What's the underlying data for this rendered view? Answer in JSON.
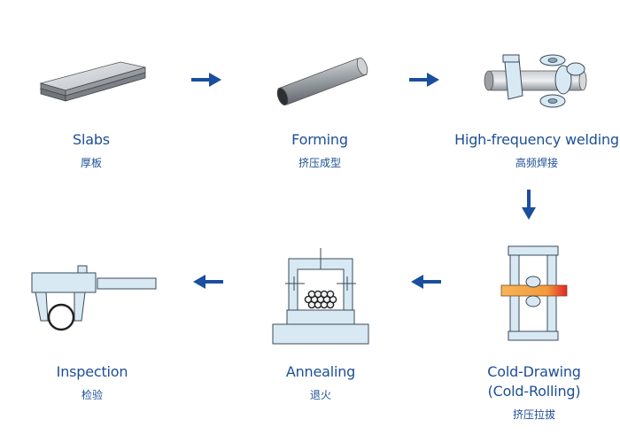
{
  "steps": [
    {
      "en": "Slabs",
      "zh": "厚板"
    },
    {
      "en": "Forming",
      "zh": "挤压成型"
    },
    {
      "en": "High-frequency welding",
      "zh": "高频焊接"
    },
    {
      "en": "Cold-Drawing",
      "en2": "(Cold-Rolling)",
      "zh": "挤压拉拔"
    },
    {
      "en": "Annealing",
      "zh": "退火"
    },
    {
      "en": "Inspection",
      "zh": "检验"
    }
  ],
  "colors": {
    "label": "#1d4f94",
    "arrow": "#1a4e9e",
    "machine_fill": "#d8e9f3",
    "machine_stroke": "#3a4a5a",
    "hot_bar": "#f29a3a",
    "hot_bar_end": "#e2242a"
  },
  "icons": [
    "slabs-icon",
    "tube-icon",
    "welding-rollers-icon",
    "drawing-die-icon",
    "annealing-furnace-icon",
    "caliper-icon"
  ]
}
